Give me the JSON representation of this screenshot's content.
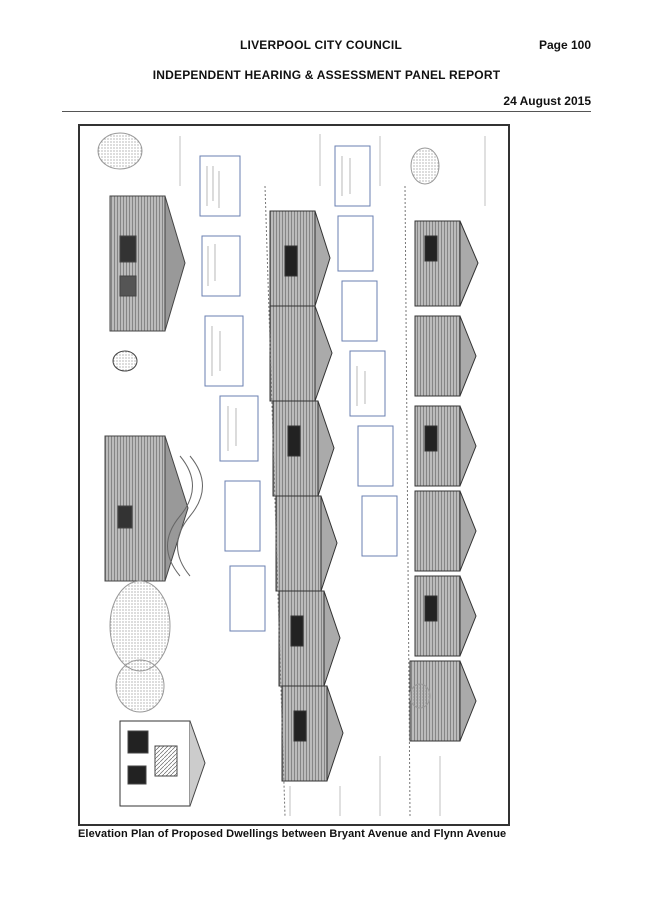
{
  "header": {
    "council": "LIVERPOOL CITY COUNCIL",
    "page": "Page 100",
    "report": "INDEPENDENT HEARING & ASSESSMENT PANEL REPORT",
    "date": "24 August 2015"
  },
  "caption": "Elevation Plan of Proposed Dwellings between Bryant Avenue and Flynn Avenue"
}
